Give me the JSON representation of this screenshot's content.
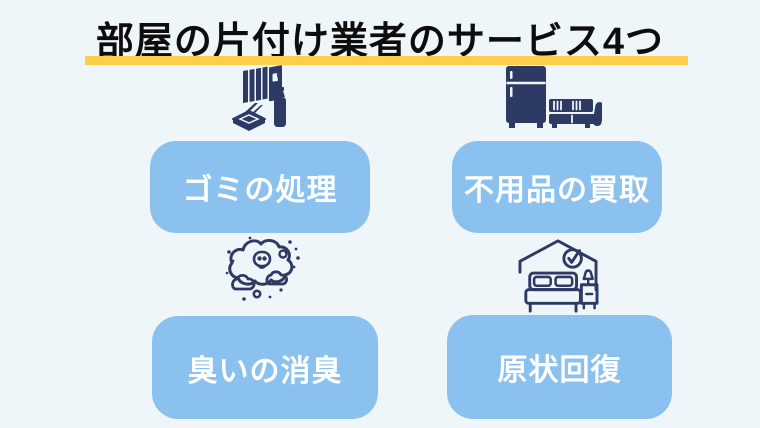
{
  "title": {
    "text": "部屋の片付け業者のサービス4つ"
  },
  "colors": {
    "background": "#eff6fa",
    "title_text": "#0d0d0d",
    "underline": "#fdce4a",
    "box_fill": "#8bc1ef",
    "box_text": "#ffffff",
    "icon_navy": "#2d3a64"
  },
  "services": [
    {
      "label": "ゴミの処理",
      "icon": "trash-bundle-icon"
    },
    {
      "label": "不用品の買取",
      "icon": "furniture-buyback-icon"
    },
    {
      "label": "臭いの消臭",
      "icon": "odor-smoke-icon"
    },
    {
      "label": "原状回復",
      "icon": "room-restore-icon"
    }
  ]
}
